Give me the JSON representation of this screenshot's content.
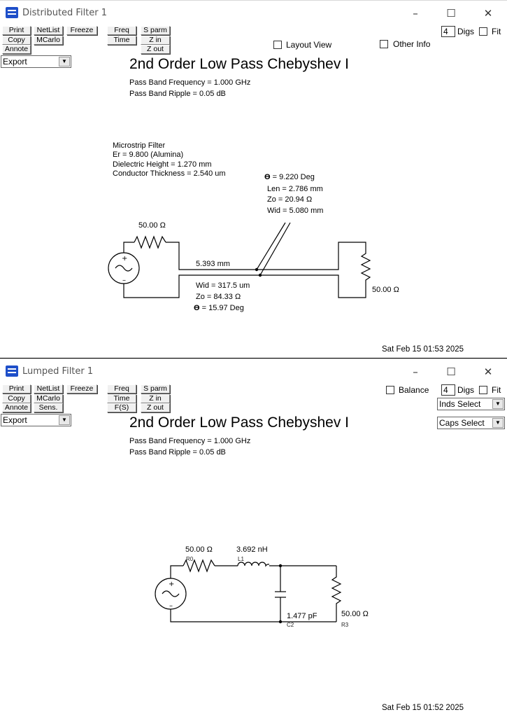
{
  "distributed": {
    "title": "Distributed Filter 1",
    "toolbar": {
      "print": "Print",
      "copy": "Copy",
      "annote": "Annote",
      "netlist": "NetList",
      "mcarlo": "MCarlo",
      "freeze": "Freeze",
      "freq": "Freq",
      "time": "Time",
      "sparm": "S parm",
      "zin": "Z in",
      "zout": "Z out"
    },
    "digits": "4",
    "digs_label": "Digs",
    "fit_label": "Fit",
    "layout_view": "Layout View",
    "other_info": "Other Info",
    "export_select": "Export",
    "heading": "2nd Order Low Pass Chebyshev I",
    "pass_band_frequency": "Pass Band Frequency = 1.000 GHz",
    "pass_band_ripple": "Pass Band Ripple = 0.05 dB",
    "substrate": {
      "line1": "Microstrip Filter",
      "line2": "Er = 9.800 (Alumina)",
      "line3": "Dielectric Height = 1.270 mm",
      "line4": "Conductor Thickness = 2.540 um"
    },
    "stub": {
      "theta": " = 9.220 Deg",
      "len": "Len = 2.786 mm",
      "zo": "Zo = 20.94 Ω",
      "wid": "Wid = 5.080 mm"
    },
    "line": {
      "length": "5.393 mm",
      "wid": "Wid = 317.5 um",
      "zo": "Zo = 84.33 Ω",
      "theta": " = 15.97 Deg"
    },
    "source_resistor": "50.00 Ω",
    "load_resistor": "50.00 Ω",
    "timestamp": "Sat Feb 15 01:53 2025"
  },
  "lumped": {
    "title": "Lumped Filter 1",
    "toolbar": {
      "print": "Print",
      "copy": "Copy",
      "annote": "Annote",
      "netlist": "NetList",
      "mcarlo": "MCarlo",
      "sens": "Sens.",
      "freeze": "Freeze",
      "freq": "Freq",
      "time": "Time",
      "fs": "F(S)",
      "sparm": "S parm",
      "zin": "Z in",
      "zout": "Z out"
    },
    "balance_label": "Balance",
    "digits": "4",
    "digs_label": "Digs",
    "fit_label": "Fit",
    "inds_select": "Inds Select",
    "caps_select": "Caps Select",
    "export_select": "Export",
    "heading": "2nd Order Low Pass Chebyshev I",
    "pass_band_frequency": "Pass Band Frequency = 1.000 GHz",
    "pass_band_ripple": "Pass Band Ripple = 0.05 dB",
    "r0": {
      "value": "50.00 Ω",
      "ref": "R0"
    },
    "l1": {
      "value": "3.692 nH",
      "ref": "L1"
    },
    "c2": {
      "value": "1.477 pF",
      "ref": "C2"
    },
    "r3": {
      "value": "50.00 Ω",
      "ref": "R3"
    },
    "timestamp": "Sat Feb 15 01:52 2025"
  }
}
